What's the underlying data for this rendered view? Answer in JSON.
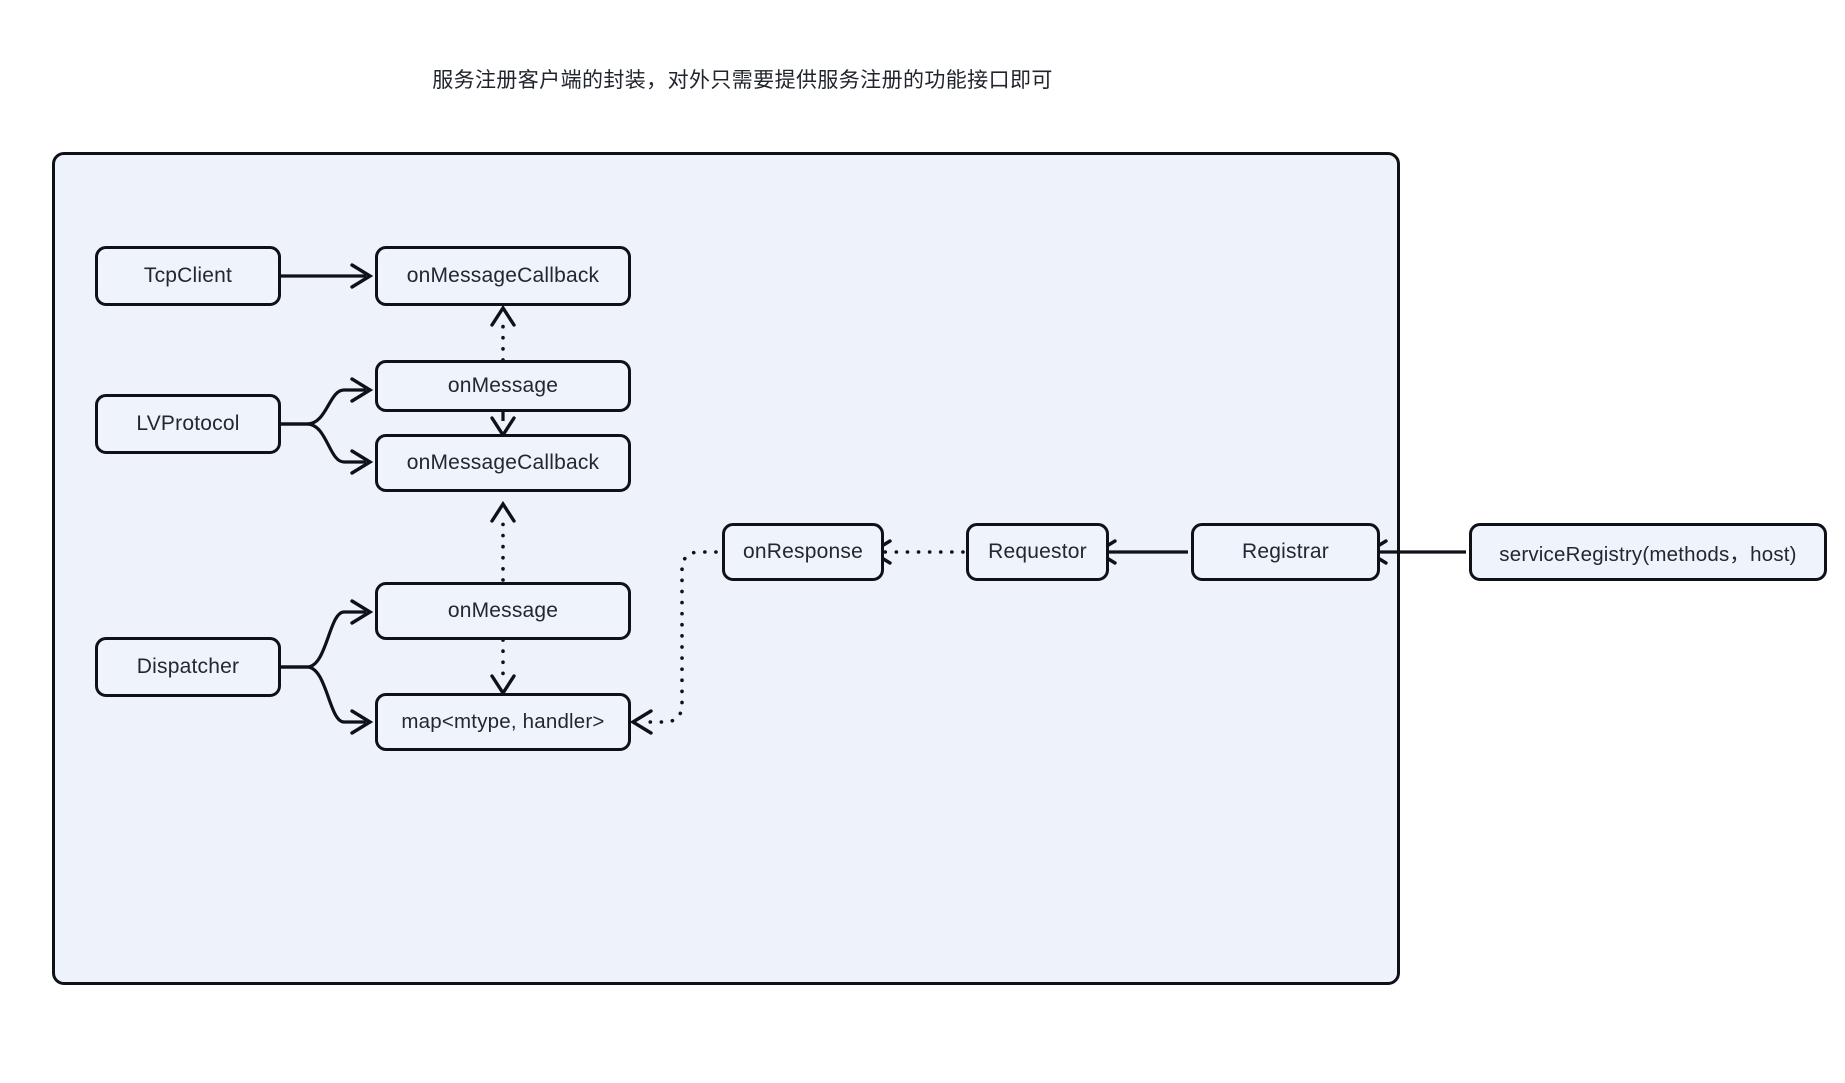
{
  "page": {
    "title": "服务注册客户端的封装，对外只需要提供服务注册的功能接口即可",
    "background_color": "#ffffff"
  },
  "container": {
    "name": "client-encapsulation-region",
    "fill_color": "#edf2fb",
    "border_color": "#0f1116"
  },
  "nodes": {
    "tcp_client": "TcpClient",
    "on_message_callback_top": "onMessageCallback",
    "lv_protocol": "LVProtocol",
    "on_message_upper": "onMessage",
    "on_message_callback_lower": "onMessageCallback",
    "dispatcher": "Dispatcher",
    "on_message_lower": "onMessage",
    "handler_map": "map<mtype, handler>",
    "on_response": "onResponse",
    "requestor": "Requestor",
    "registrar": "Registrar",
    "service_registry": "serviceRegistry(methods，host)"
  },
  "edges": [
    {
      "name": "tcpclient-to-onmessagecallback-top",
      "from": "TcpClient",
      "to": "onMessageCallback",
      "style": "solid",
      "direction": "right"
    },
    {
      "name": "onmessage-upper-to-onmessagecallback-top",
      "from": "onMessage",
      "to": "onMessageCallback",
      "style": "dotted",
      "direction": "up"
    },
    {
      "name": "lvprotocol-to-onmessage-upper",
      "from": "LVProtocol",
      "to": "onMessage",
      "style": "solid",
      "direction": "up-right"
    },
    {
      "name": "lvprotocol-to-onmessagecallback-lower",
      "from": "LVProtocol",
      "to": "onMessageCallback",
      "style": "solid",
      "direction": "down-right"
    },
    {
      "name": "onmessage-upper-to-onmessagecallback-lower",
      "from": "onMessage",
      "to": "onMessageCallback",
      "style": "solid",
      "direction": "down"
    },
    {
      "name": "onmessage-lower-to-onmessagecallback-lower",
      "from": "onMessage",
      "to": "onMessageCallback",
      "style": "dotted",
      "direction": "up"
    },
    {
      "name": "dispatcher-to-onmessage-lower",
      "from": "Dispatcher",
      "to": "onMessage",
      "style": "solid",
      "direction": "up-right"
    },
    {
      "name": "dispatcher-to-handler-map",
      "from": "Dispatcher",
      "to": "map<mtype, handler>",
      "style": "solid",
      "direction": "down-right"
    },
    {
      "name": "onmessage-lower-to-handler-map",
      "from": "onMessage",
      "to": "map<mtype, handler>",
      "style": "dotted",
      "direction": "down"
    },
    {
      "name": "onresponse-to-handler-map",
      "from": "onResponse",
      "to": "map<mtype, handler>",
      "style": "dotted",
      "direction": "left-down"
    },
    {
      "name": "requestor-to-onresponse",
      "from": "Requestor",
      "to": "onResponse",
      "style": "dotted",
      "direction": "left"
    },
    {
      "name": "registrar-to-requestor",
      "from": "Registrar",
      "to": "Requestor",
      "style": "solid",
      "direction": "left"
    },
    {
      "name": "serviceregistry-to-registrar",
      "from": "serviceRegistry(methods，host)",
      "to": "Registrar",
      "style": "solid",
      "direction": "left"
    }
  ]
}
